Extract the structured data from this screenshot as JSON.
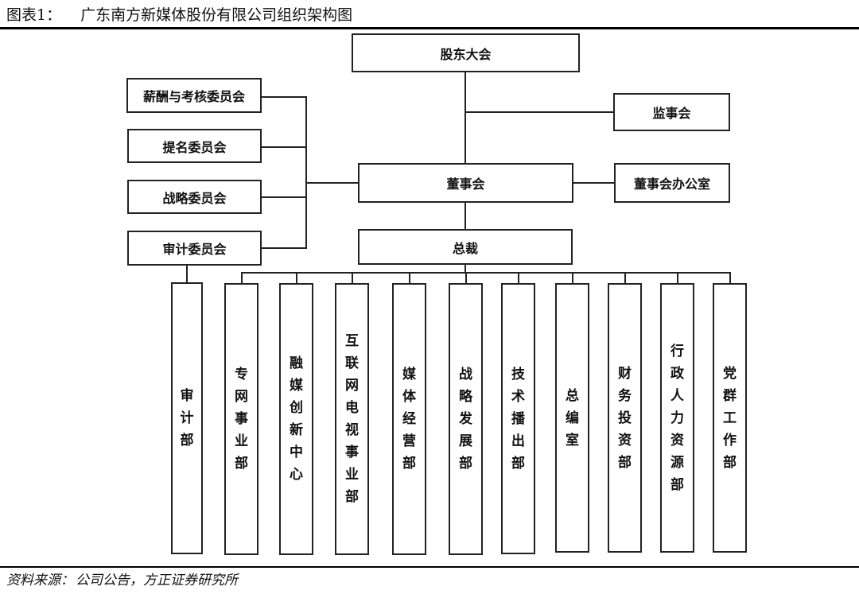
{
  "figure": {
    "label": "图表1：",
    "title": "广东南方新媒体股份有限公司组织架构图"
  },
  "source": {
    "label": "资料来源：",
    "text": "公司公告，方正证券研究所"
  },
  "org": {
    "shareholders": "股东大会",
    "supervisory_board": "监事会",
    "board": "董事会",
    "board_office": "董事会办公室",
    "ceo": "总裁",
    "committees": [
      "薪酬与考核委员会",
      "提名委员会",
      "战略委员会",
      "审计委员会"
    ],
    "audit_dept": "审计部",
    "departments": [
      "专网事业部",
      "融媒创新中心",
      "互联网电视事业部",
      "媒体经营部",
      "战略发展部",
      "技术播出部",
      "总编室",
      "财务投资部",
      "行政人力资源部",
      "党群工作部"
    ]
  }
}
